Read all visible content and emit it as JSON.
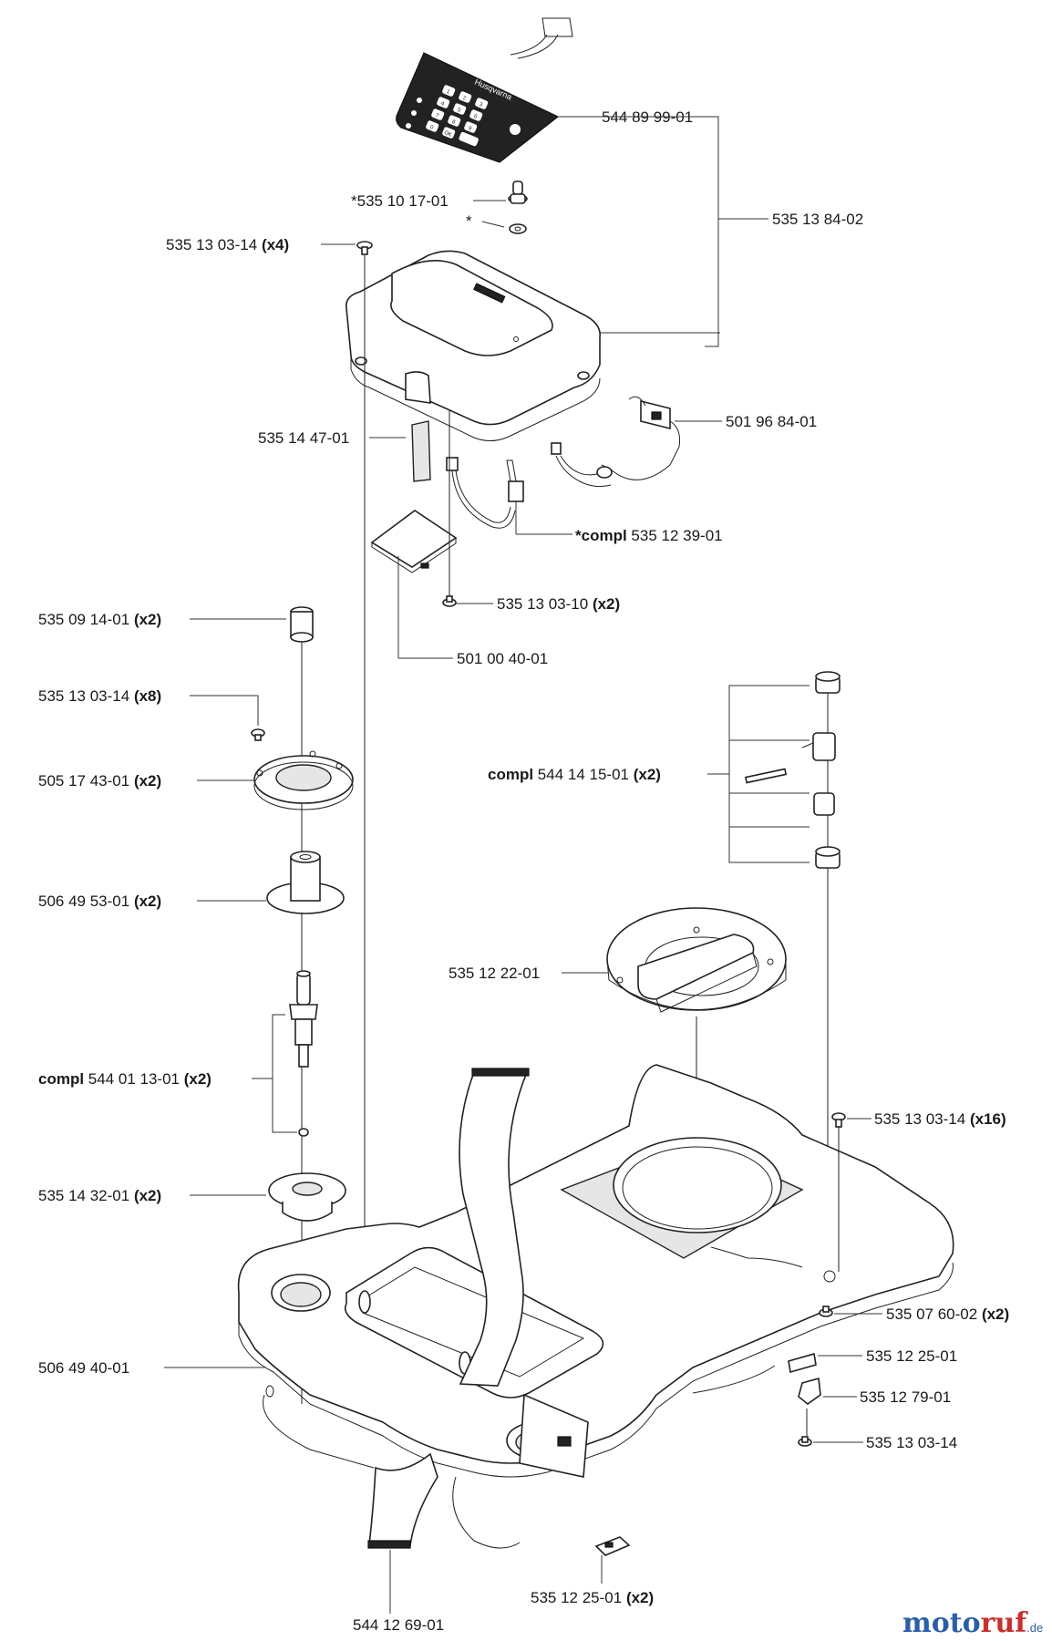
{
  "labels": [
    {
      "id": "keypad",
      "code": "544 89 99-01",
      "prefix": "",
      "qty": ""
    },
    {
      "id": "knob",
      "code": "535 10 17-01",
      "prefix": "*",
      "qty": ""
    },
    {
      "id": "washer-star",
      "code": "",
      "prefix": "*",
      "qty": ""
    },
    {
      "id": "cover-assembly",
      "code": "535 13 84-02",
      "prefix": "",
      "qty": ""
    },
    {
      "id": "screw-cover",
      "code": "535 13 03-14",
      "prefix": "",
      "qty": "(x4)"
    },
    {
      "id": "wire-harness",
      "code": "501 96 84-01",
      "prefix": "",
      "qty": ""
    },
    {
      "id": "seal-strip",
      "code": "535 14 47-01",
      "prefix": "",
      "qty": ""
    },
    {
      "id": "switch-compl",
      "code": "535 12 39-01",
      "prefix": "*compl",
      "qty": ""
    },
    {
      "id": "screw-board",
      "code": "535 13 03-10",
      "prefix": "",
      "qty": "(x2)"
    },
    {
      "id": "circuit-board",
      "code": "501 00 40-01",
      "prefix": "",
      "qty": ""
    },
    {
      "id": "bushing-top",
      "code": "535 09 14-01",
      "prefix": "",
      "qty": "(x2)"
    },
    {
      "id": "screw-flange",
      "code": "535 13 03-14",
      "prefix": "",
      "qty": "(x8)"
    },
    {
      "id": "flange-plate",
      "code": "505 17 43-01",
      "prefix": "",
      "qty": "(x2)"
    },
    {
      "id": "hinge-compl",
      "code": "544 14 15-01",
      "prefix": "compl",
      "qty": "(x2)"
    },
    {
      "id": "sleeve",
      "code": "506 49 53-01",
      "prefix": "",
      "qty": "(x2)"
    },
    {
      "id": "lid-blade",
      "code": "535 12 22-01",
      "prefix": "",
      "qty": ""
    },
    {
      "id": "sensor-compl",
      "code": "544 01 13-01",
      "prefix": "compl",
      "qty": "(x2)"
    },
    {
      "id": "screw-chassis",
      "code": "535 13 03-14",
      "prefix": "",
      "qty": "(x16)"
    },
    {
      "id": "bushing-bottom",
      "code": "535 14 32-01",
      "prefix": "",
      "qty": "(x2)"
    },
    {
      "id": "screw-hinge",
      "code": "535 07 60-02",
      "prefix": "",
      "qty": "(x2)"
    },
    {
      "id": "chassis",
      "code": "506 49 40-01",
      "prefix": "",
      "qty": ""
    },
    {
      "id": "sticker",
      "code": "535 12 25-01",
      "prefix": "",
      "qty": ""
    },
    {
      "id": "clip",
      "code": "535 12 79-01",
      "prefix": "",
      "qty": ""
    },
    {
      "id": "screw-clip",
      "code": "535 13 03-14",
      "prefix": "",
      "qty": ""
    },
    {
      "id": "ribbon-cable",
      "code": "544 12 69-01",
      "prefix": "",
      "qty": ""
    },
    {
      "id": "sticker-bottom",
      "code": "535 12 25-01",
      "prefix": "",
      "qty": "(x2)"
    }
  ],
  "keypad": {
    "brand": "Husqvarna",
    "keys": [
      "1",
      "2",
      "3",
      "4",
      "5",
      "6",
      "7",
      "8",
      "9",
      "0",
      "OK"
    ]
  },
  "watermark": {
    "part1": "moto",
    "part2": "ruf",
    "suffix": ".de"
  }
}
